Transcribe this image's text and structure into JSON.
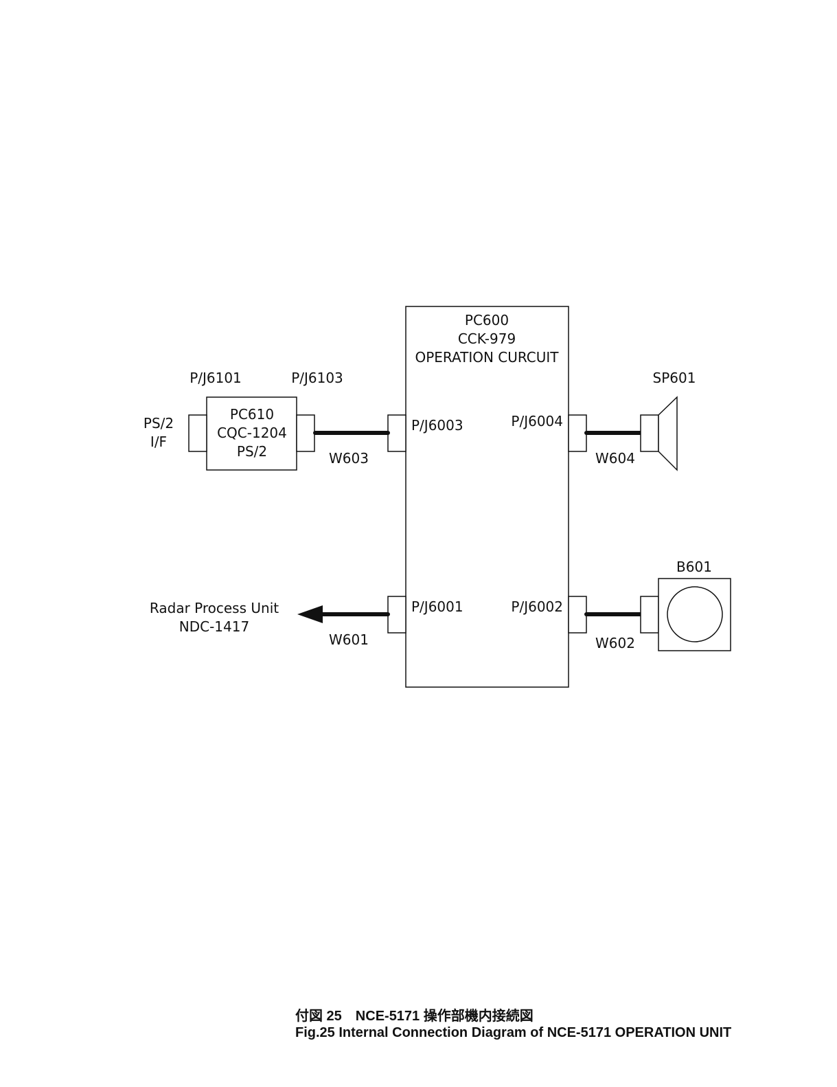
{
  "main_board": {
    "ref": "PC600",
    "model": "CCK-979",
    "name": "OPERATION CURCUIT"
  },
  "ps2_board": {
    "ref": "PC610",
    "model": "CQC-1204",
    "name": "PS/2"
  },
  "connectors": {
    "pj6101": "P/J6101",
    "pj6103": "P/J6103",
    "pj6003": "P/J6003",
    "pj6004": "P/J6004",
    "pj6001": "P/J6001",
    "pj6002": "P/J6002"
  },
  "cables": {
    "w603": "W603",
    "w604": "W604",
    "w601": "W601",
    "w602": "W602"
  },
  "ps2_if": {
    "line1": "PS/2",
    "line2": "I/F"
  },
  "speaker": {
    "ref": "SP601",
    "icon": "speaker-icon"
  },
  "buzzer": {
    "ref": "B601",
    "icon": "buzzer-icon"
  },
  "external": {
    "line1": "Radar Process Unit",
    "line2": "NDC-1417"
  },
  "caption": {
    "jp": "付図 25　NCE-5171 操作部機内接続図",
    "en": "Fig.25 Internal Connection Diagram of NCE-5171 OPERATION UNIT"
  }
}
